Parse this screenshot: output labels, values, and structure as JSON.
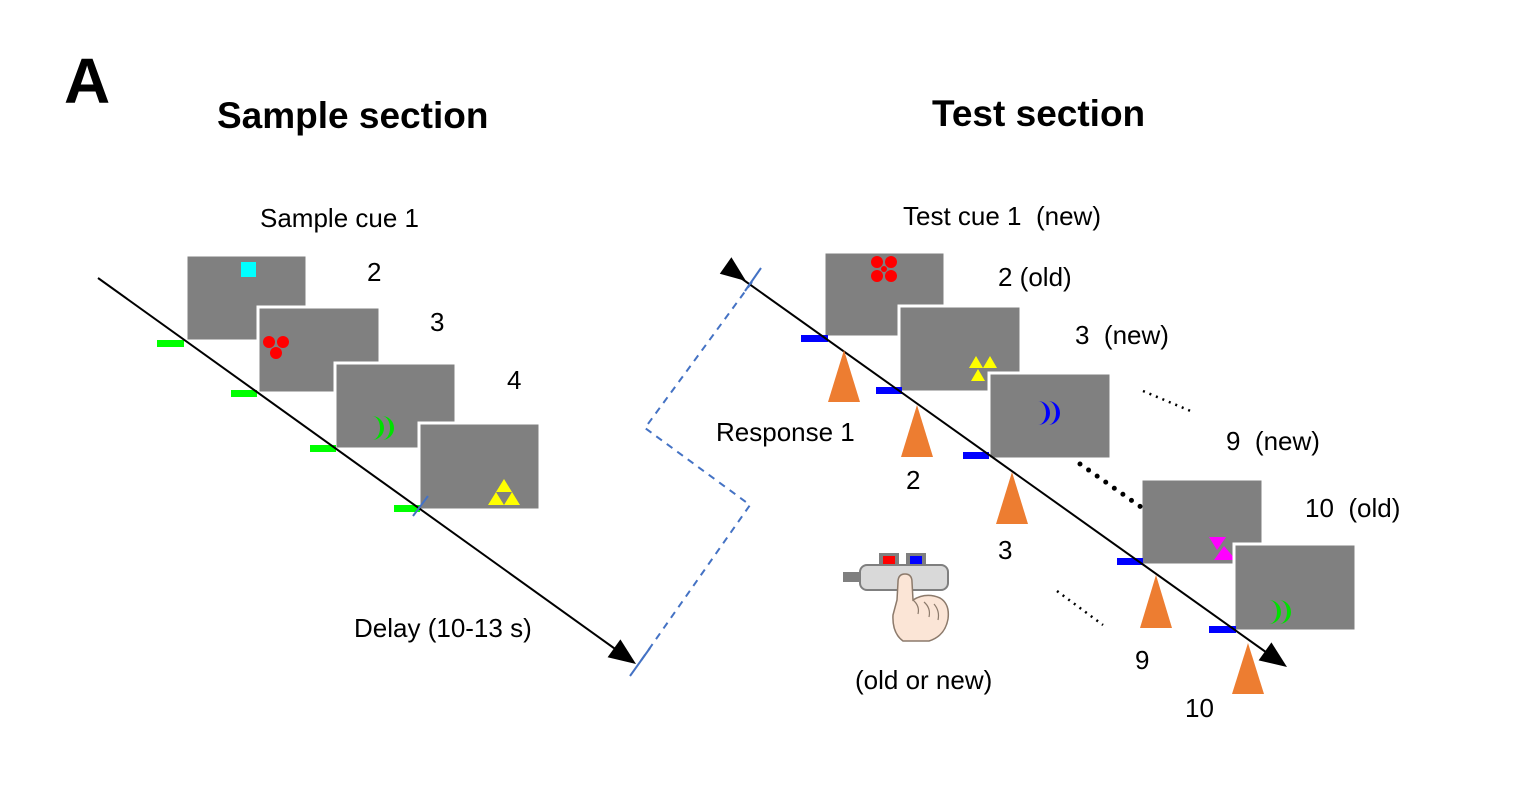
{
  "panel_label": "A",
  "sample": {
    "title": "Sample section",
    "cue_label": "Sample cue 1",
    "frame_labels": [
      "2",
      "3",
      "4"
    ],
    "delay_label": "Delay (10-13 s)",
    "stimuli": [
      {
        "icon": "cyan-square-icon",
        "color": "#00FFFF"
      },
      {
        "icon": "red-three-dots-icon",
        "color": "#FF0000"
      },
      {
        "icon": "green-crescents-icon",
        "color": "#00E000"
      },
      {
        "icon": "yellow-triangles-icon",
        "color": "#FFFF00"
      }
    ]
  },
  "test": {
    "title": "Test section",
    "cue_label": "Test cue 1  (new)",
    "frame_labels": [
      "2 (old)",
      "3  (new)",
      "9  (new)",
      "10  (old)"
    ],
    "response_label": "Response 1",
    "response_numbers": [
      "2",
      "3",
      "9",
      "10"
    ],
    "button_caption": "(old or new)",
    "stimuli": [
      {
        "icon": "red-four-dots-icon",
        "color": "#FF0000"
      },
      {
        "icon": "yellow-triangles-icon",
        "color": "#FFFF00"
      },
      {
        "icon": "blue-crescents-icon",
        "color": "#0000FF"
      },
      {
        "icon": "magenta-triangles-icon",
        "color": "#FF00FF"
      },
      {
        "icon": "green-crescents-icon",
        "color": "#00E000"
      }
    ]
  },
  "colors": {
    "frame": "#808080",
    "sample_marker": "#00FF00",
    "test_marker": "#0000FF",
    "response_cone": "#ED7D31",
    "timeline": "#000000",
    "section_divider": "#4472C4",
    "hand": "#FBE5D6"
  }
}
